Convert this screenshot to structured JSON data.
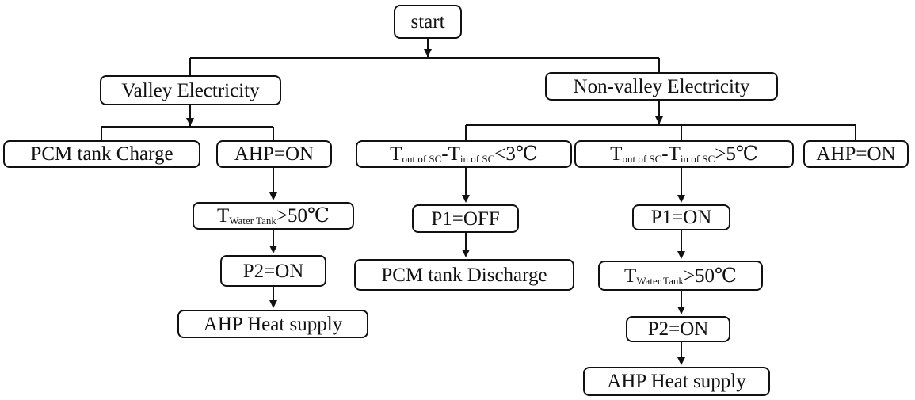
{
  "diagram": {
    "start": "start",
    "valley": {
      "title": "Valley Electricity",
      "charge": "PCM tank Charge",
      "ahp_on": "AHP=ON",
      "water_tank_condition": {
        "symbol": "T",
        "subscript": "Water Tank",
        "relation": ">50℃"
      },
      "p2_on": "P2=ON",
      "heat_supply": "AHP Heat supply"
    },
    "non_valley": {
      "title": "Non-valley Electricity",
      "low_diff_condition": {
        "t1": "T",
        "sub1": "out of SC",
        "minus": "-",
        "t2": "T",
        "sub2": "in of SC",
        "relation": "<3℃"
      },
      "high_diff_condition": {
        "t1": "T",
        "sub1": "out of SC",
        "minus": "-",
        "t2": "T",
        "sub2": "in of SC",
        "relation": ">5℃"
      },
      "ahp_on": "AHP=ON",
      "p1_off": "P1=OFF",
      "discharge": "PCM tank Discharge",
      "p1_on": "P1=ON",
      "water_tank_condition": {
        "symbol": "T",
        "subscript": "Water Tank",
        "relation": ">50℃"
      },
      "p2_on": "P2=ON",
      "heat_supply": "AHP Heat supply"
    }
  }
}
